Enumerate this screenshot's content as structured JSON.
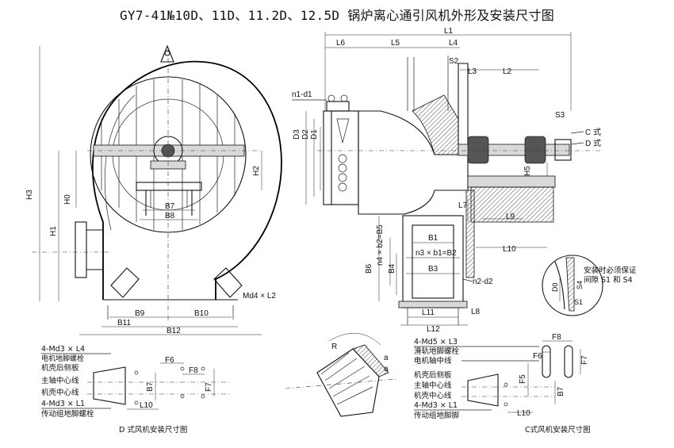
{
  "title": "GY7-41№10D、11D、11.2D、12.5D 锅炉离心通引风机外形及安装尺寸图",
  "front_view": {
    "dims": [
      "H3",
      "H0",
      "H1",
      "H2",
      "B7",
      "B8",
      "B9",
      "B10",
      "B11",
      "B12"
    ],
    "bolt_note": "Md4 × L2"
  },
  "side_view": {
    "top_dims": [
      "L1",
      "L6",
      "L5",
      "L4",
      "S2",
      "L3",
      "L2",
      "S3"
    ],
    "left_dims": [
      "n1-d1",
      "D3",
      "D2",
      "D1"
    ],
    "right_dims": [
      "H5",
      "L7",
      "L9",
      "L10",
      "L8"
    ],
    "c_label": "C 式",
    "d_label": "D 式"
  },
  "outlet_view": {
    "dims": [
      "n4 × b2=B5",
      "B6",
      "B4",
      "B1",
      "n3 × b1=B2",
      "B3",
      "n2-d2",
      "L11",
      "L12"
    ]
  },
  "detail_circle": {
    "dims": [
      "D0",
      "S4",
      "S1"
    ],
    "note_lines": [
      "安装时必须保证",
      "间隙 S1 和 S4"
    ]
  },
  "impeller_detail": {
    "dims": [
      "R",
      "a",
      "a"
    ]
  },
  "d_type": {
    "bolt_top": "4-Md3 × L4",
    "bolt_top_note": "电机地脚螺栓",
    "labels": [
      "机壳后侧板",
      "主轴中心线",
      "机壳中心线"
    ],
    "dims": [
      "F6",
      "F8",
      "B7",
      "F7",
      "L10"
    ],
    "bolt_bottom": "4-Md3 × L1",
    "bolt_bottom_note": "传动组地脚螺栓",
    "caption": "D 式风机安装尺寸图"
  },
  "c_type": {
    "bolt_top": "4-Md5 × L3",
    "rail_note": "滑轨地脚螺栓",
    "motor_axis": "电机轴中线",
    "labels": [
      "机壳后侧板",
      "主轴中心线",
      "机壳中心线"
    ],
    "dims": [
      "F8",
      "F6",
      "F7",
      "F5",
      "B7",
      "L10"
    ],
    "bolt_bottom": "4-Md3 × L1",
    "bolt_bottom_note": "传动组地脚脚",
    "caption": "C式风机安装尺寸图"
  }
}
